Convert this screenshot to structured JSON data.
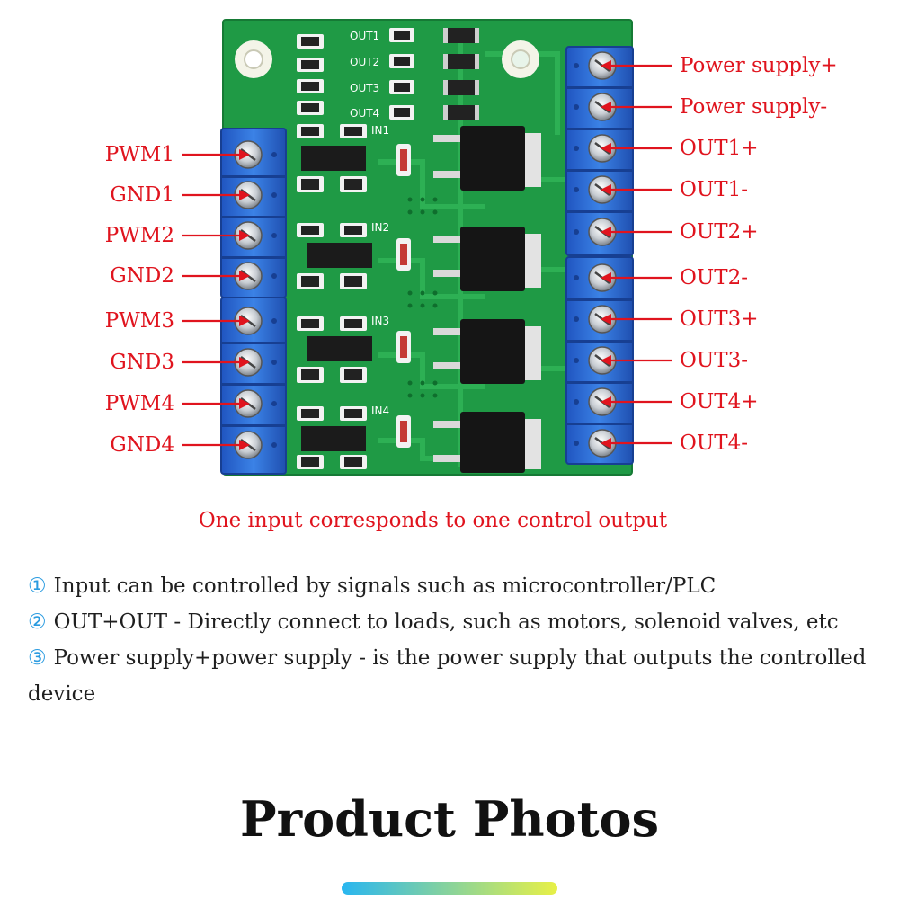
{
  "board_labels": {
    "leds": [
      "OUT1",
      "OUT2",
      "OUT3",
      "OUT4"
    ],
    "inputs": [
      "IN1",
      "IN2",
      "IN3",
      "IN4"
    ]
  },
  "left_terminals": [
    "PWM1",
    "GND1",
    "PWM2",
    "GND2",
    "PWM3",
    "GND3",
    "PWM4",
    "GND4"
  ],
  "right_terminals": [
    "Power supply+",
    "Power supply-",
    "OUT1+",
    "OUT1-",
    "OUT2+",
    "OUT2-",
    "OUT3+",
    "OUT3-",
    "OUT4+",
    "OUT4-"
  ],
  "caption": "One input corresponds to one control output",
  "notes": [
    {
      "num": "①",
      "text": "Input can be controlled by signals such as microcontroller/PLC"
    },
    {
      "num": "②",
      "text": "OUT+OUT - Directly connect to loads, such as motors, solenoid valves, etc"
    },
    {
      "num": "③",
      "text": "Power supply+power supply - is the power supply that outputs the controlled device"
    }
  ],
  "section_title": "Product Photos",
  "colors": {
    "label_red": "#e0141e",
    "pcb_green": "#1f9a45",
    "terminal_blue": "#2a6fd6",
    "accent_gradient": [
      "#29b6f0",
      "#e8f046"
    ]
  }
}
